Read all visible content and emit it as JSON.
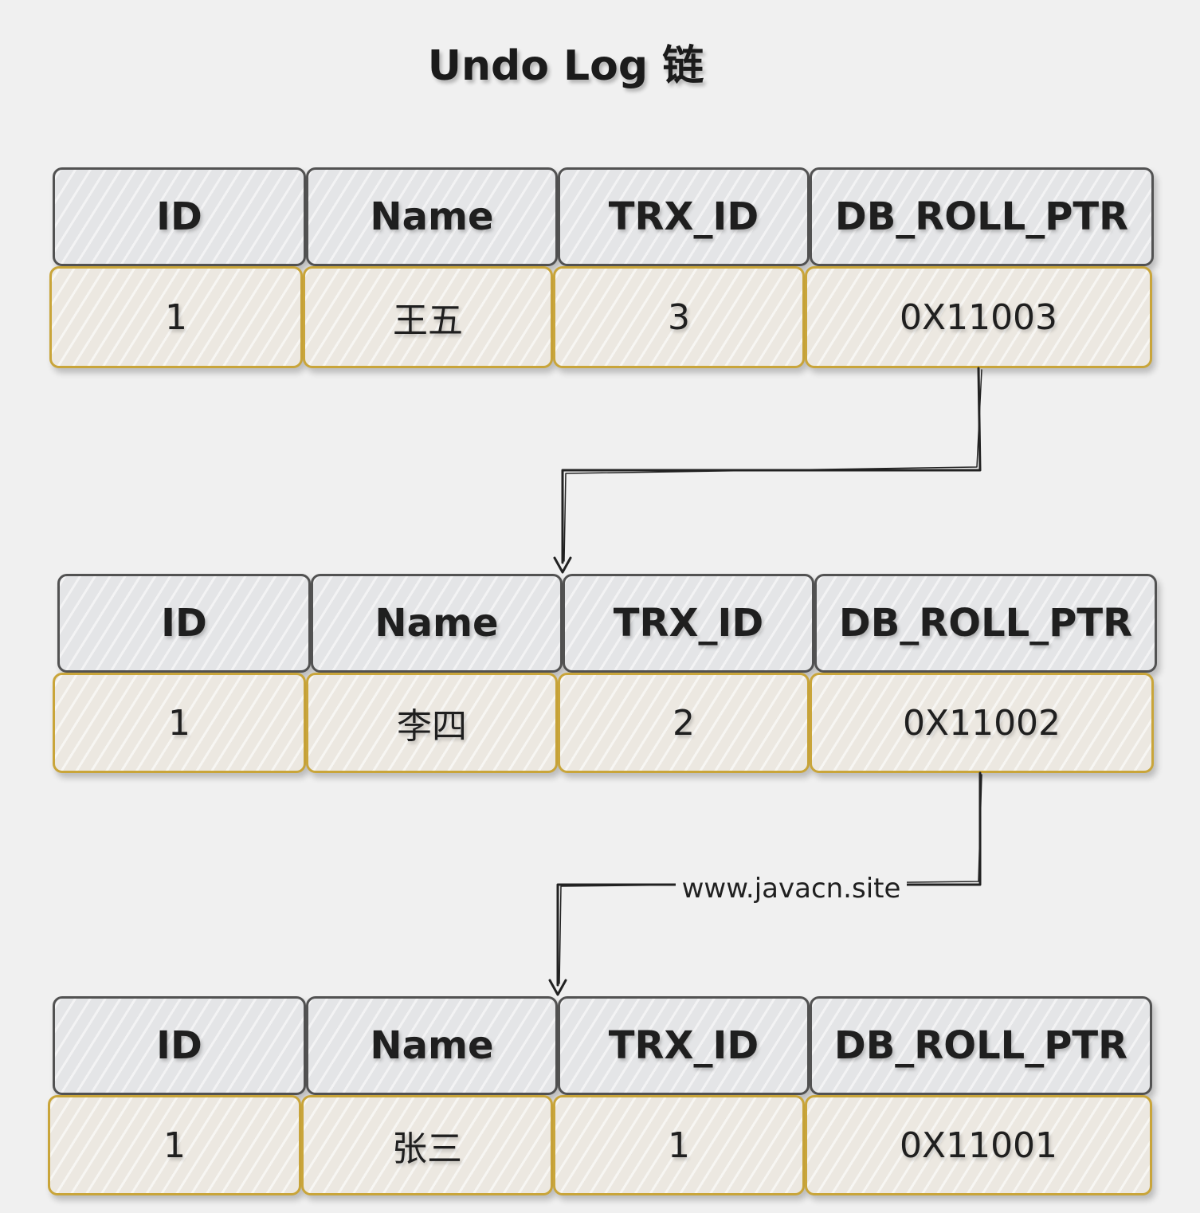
{
  "title": "Undo Log 链",
  "headers": [
    "ID",
    "Name",
    "TRX_ID",
    "DB_ROLL_PTR"
  ],
  "records": [
    {
      "id": "1",
      "name": "王五",
      "trx_id": "3",
      "db_roll_ptr": "0X11003"
    },
    {
      "id": "1",
      "name": "李四",
      "trx_id": "2",
      "db_roll_ptr": "0X11002"
    },
    {
      "id": "1",
      "name": "张三",
      "trx_id": "1",
      "db_roll_ptr": "0X11001"
    }
  ],
  "link_label": "www.javacn.site",
  "colors": {
    "header_border": "#525252",
    "data_border": "#c9a53a",
    "header_fill": "#e4e5e7",
    "data_fill": "#ece8e1",
    "arrow": "#222222"
  }
}
